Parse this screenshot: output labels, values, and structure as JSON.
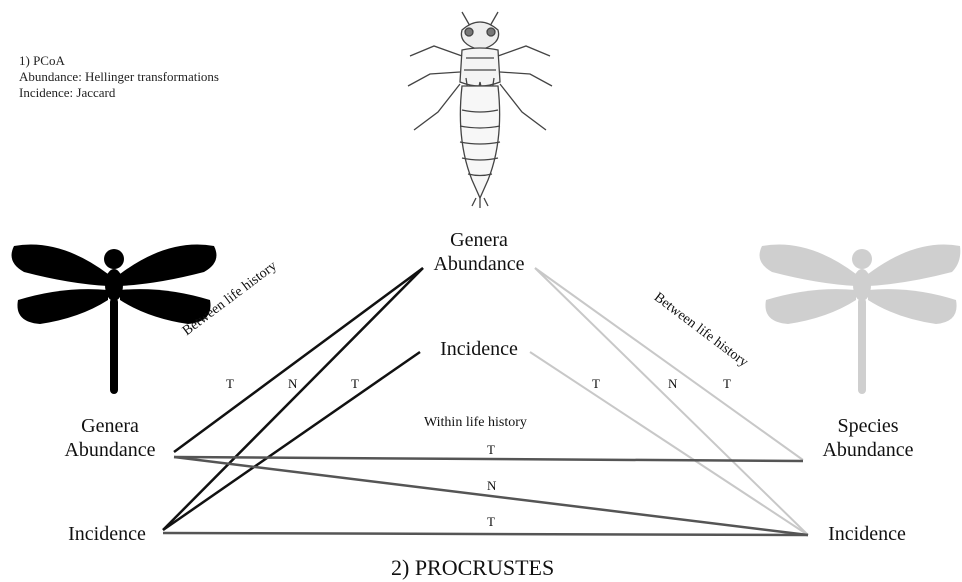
{
  "methods": {
    "step1": "1)  PCoA",
    "abundance_note": "Abundance: Hellinger transformations",
    "incidence_note": "Incidence: Jaccard"
  },
  "nodes": {
    "top_line1": "Genera",
    "top_line2": "Abundance",
    "top_incidence": "Incidence",
    "left_line1": "Genera",
    "left_line2": "Abundance",
    "left_incidence": "Incidence",
    "right_line1": "Species",
    "right_line2": "Abundance",
    "right_incidence": "Incidence"
  },
  "labels": {
    "between_left": "Between life history",
    "between_right": "Between life history",
    "within": "Within life history",
    "left_T1": "T",
    "left_N": "N",
    "left_T2": "T",
    "right_T1": "T",
    "right_N": "N",
    "right_T2": "T",
    "mid_T1": "T",
    "mid_N": "N",
    "mid_T2": "T"
  },
  "footer": "2) PROCRUSTES",
  "colors": {
    "black_edges": "#111111",
    "gray_edges": "#cccccc",
    "mid_edges": "#555555",
    "adult_dragonfly_left": "#000000",
    "adult_dragonfly_right": "#cfcfcf"
  },
  "icons": [
    "larva-drawing-icon",
    "dragonfly-silhouette-icon"
  ]
}
